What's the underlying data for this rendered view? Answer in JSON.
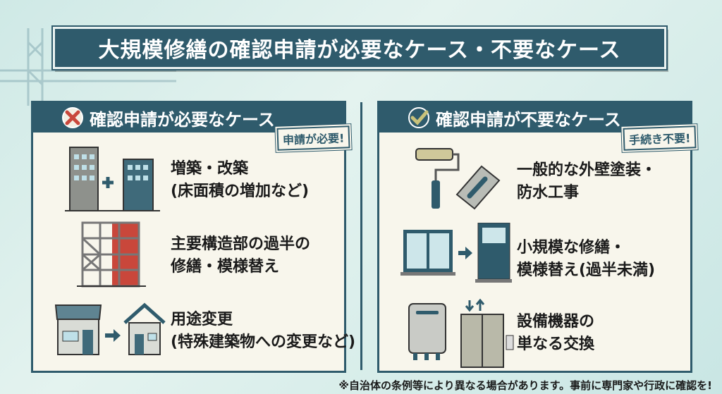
{
  "title": "大規模修繕の確認申請が必要なケース・不要なケース",
  "left": {
    "header": "確認申請が必要なケース",
    "icon": "x-mark-icon",
    "badge": "申請が必要!",
    "items": [
      {
        "line1": "増築・改築",
        "line2": "(床面積の増加など)",
        "icon": "building-extension-icon"
      },
      {
        "line1": "主要構造部の過半の",
        "line2": "修繕・模様替え",
        "icon": "structure-frame-icon"
      },
      {
        "line1": "用途変更",
        "line2": "(特殊建築物への変更など)",
        "icon": "shop-to-house-icon"
      }
    ]
  },
  "right": {
    "header": "確認申請が不要なケース",
    "icon": "check-mark-icon",
    "badge": "手続き不要!",
    "items": [
      {
        "line1": "一般的な外壁塗装・",
        "line2": "防水工事",
        "icon": "paint-roller-trowel-icon"
      },
      {
        "line1": "小規模な修繕・",
        "line2": "模様替え(過半未満)",
        "icon": "window-to-door-icon"
      },
      {
        "line1": "設備機器の",
        "line2": "単なる交換",
        "icon": "water-heater-elevator-icon"
      }
    ]
  },
  "footnote": "※自治体の条例等により異なる場合があります。事前に専門家や行政に確認を!",
  "colors": {
    "primary": "#2f5b6c",
    "accent_red": "#c9473b",
    "panel_bg": "#f8f6ec"
  }
}
